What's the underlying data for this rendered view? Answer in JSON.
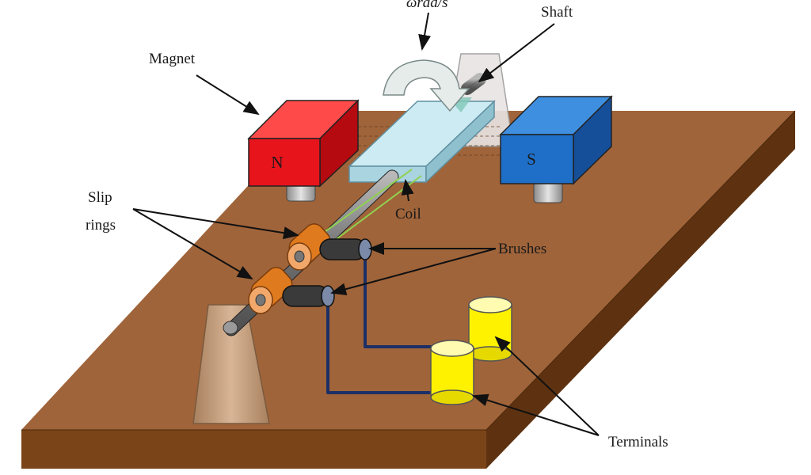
{
  "labels": {
    "rotation": "ωrad/s",
    "shaft": "Shaft",
    "magnet": "Magnet",
    "slip_rings": "Slip",
    "slip_rings_2": "rings",
    "coil": "Coil",
    "brushes": "Brushes",
    "terminals": "Terminals",
    "north": "N",
    "south": "S"
  },
  "colors": {
    "board_top": "#A0643A",
    "board_front": "#7A4418",
    "board_side": "#5E3210",
    "magnet_north": "#E8141C",
    "magnet_south": "#1F6FC8",
    "coil": "#CDEBF2",
    "slip_ring": "#E07A1E",
    "brush": "#3A3A3A",
    "wire": "#1C2F66",
    "terminal": "#FFF200"
  }
}
